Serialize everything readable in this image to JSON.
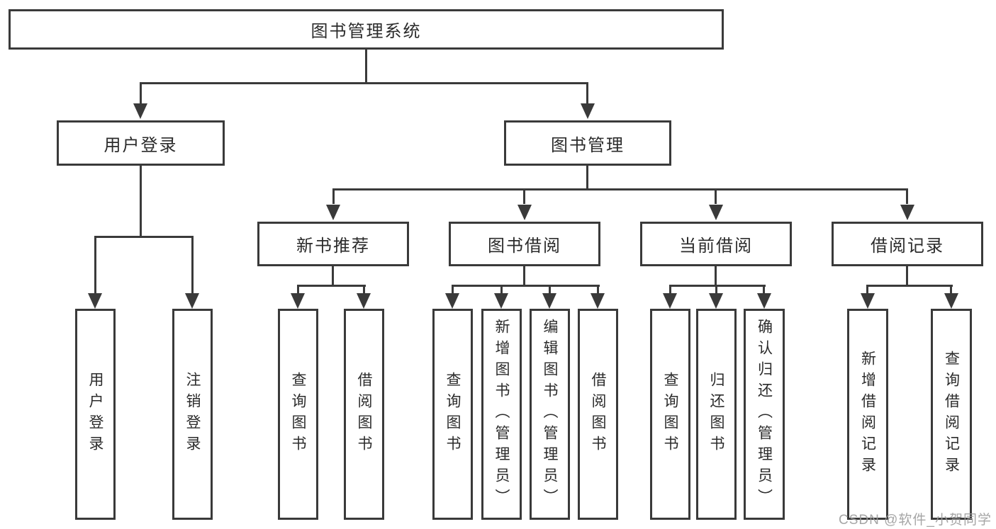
{
  "palette": {
    "background": "#ffffff",
    "box_border": "#3a3a3a",
    "connector": "#3a3a3a",
    "text": "#2b2b2b",
    "watermark_gray": "#9c9c9c"
  },
  "tree": {
    "root": {
      "label": "图书管理系统"
    },
    "branches": [
      {
        "label": "用户登录",
        "children": [
          {
            "label": "用户登录"
          },
          {
            "label": "注销登录"
          }
        ]
      },
      {
        "label": "图书管理",
        "groups": [
          {
            "label": "新书推荐",
            "children": [
              {
                "label": "查询图书"
              },
              {
                "label": "借阅图书"
              }
            ]
          },
          {
            "label": "图书借阅",
            "children": [
              {
                "label": "查询图书"
              },
              {
                "label": "新增图书（管理员）"
              },
              {
                "label": "编辑图书（管理员）"
              },
              {
                "label": "借阅图书"
              }
            ]
          },
          {
            "label": "当前借阅",
            "children": [
              {
                "label": "查询图书"
              },
              {
                "label": "归还图书"
              },
              {
                "label": "确认归还（管理员）"
              }
            ]
          },
          {
            "label": "借阅记录",
            "children": [
              {
                "label": "新增借阅记录"
              },
              {
                "label": "查询借阅记录"
              }
            ]
          }
        ]
      }
    ]
  },
  "watermark": {
    "text": "CSDN @软件_小贺同学"
  }
}
